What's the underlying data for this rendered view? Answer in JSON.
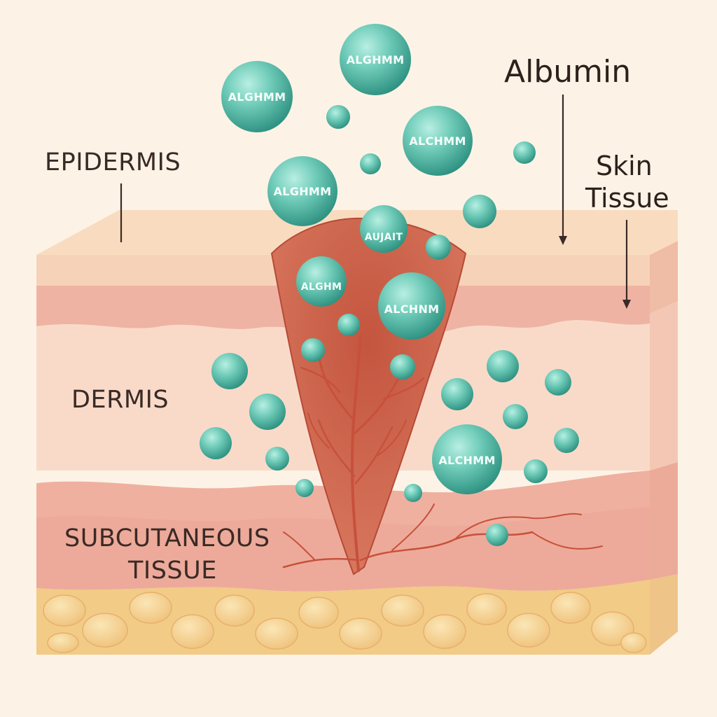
{
  "labels": {
    "epidermis": "EPIDERMIS",
    "dermis": "DERMIS",
    "subcutaneous_line1": "SUBCUTANEOUS",
    "subcutaneous_line2": "TISSUE",
    "albumin": "Albumin",
    "skin_line1": "Skin",
    "skin_line2": "Tissue"
  },
  "molecule_labels": {
    "m1": "ALGHMM",
    "m2": "ALGHMM",
    "m3": "ALCHMM",
    "m4": "ALGHMM",
    "m5": "AUJAIT",
    "m6": "ALGHM",
    "m7": "ALCHNM",
    "m8": "ALCHMM"
  },
  "colors": {
    "background": "#fcf3e6",
    "epidermis": "#f5d2b6",
    "dermis": "#f8d7c6",
    "wavy_band": "#efb2a2",
    "fat_layer": "#f4d191",
    "wound": "#c65a44",
    "albumin_molecule": "#5dbfac"
  }
}
